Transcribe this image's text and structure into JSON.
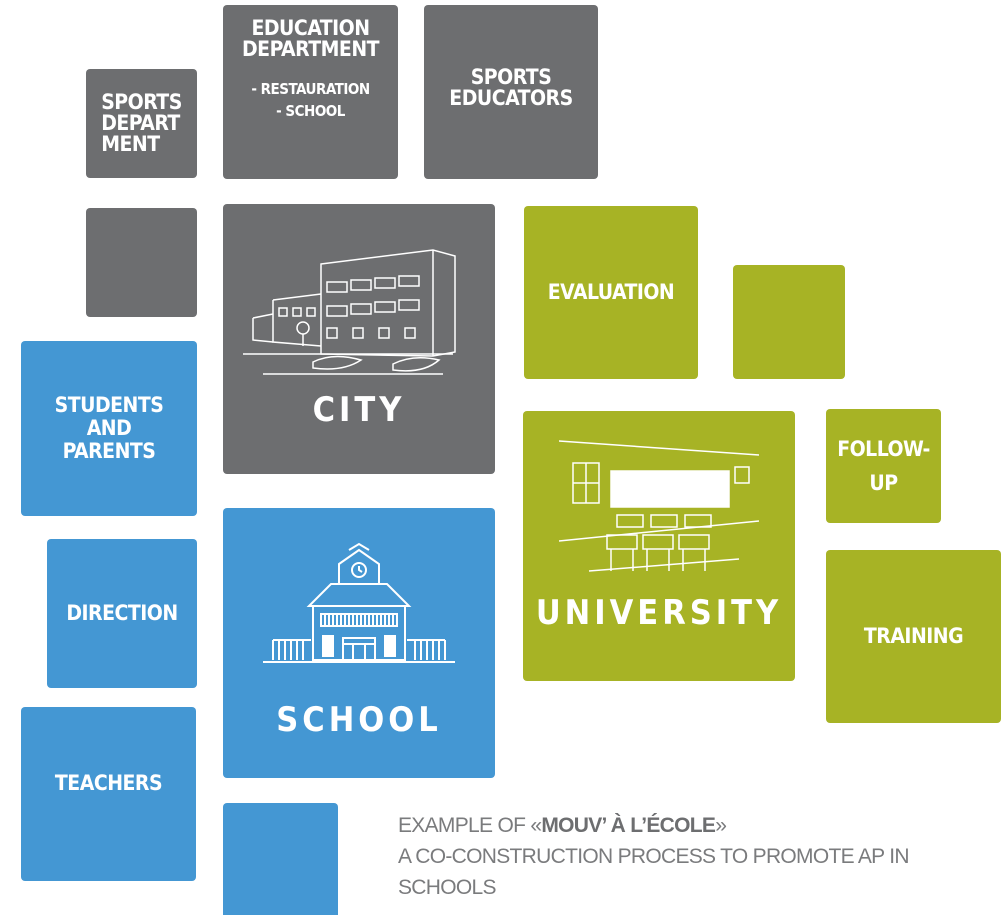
{
  "tiles": {
    "sports_department": "SPORTS\nDEPART\nMENT",
    "education_department": "EDUCATION\nDEPARTMENT",
    "education_items": [
      "- RESTAURATION",
      "- SCHOOL"
    ],
    "sports_educators": "SPORTS\nEDUCATORS",
    "city": "CITY",
    "evaluation": "EVALUATION",
    "students_parents": "STUDENTS\nAND\nPARENTS",
    "university": "UNIVERSITY",
    "follow_up": "FOLLOW-\nUP",
    "direction": "DIRECTION",
    "school": "SCHOOL",
    "training": "TRAINING",
    "teachers": "TEACHERS"
  },
  "caption": {
    "line1_prefix": "EXAMPLE OF «",
    "line1_bold": "MOUV’ À L’ÉCOLE",
    "line1_suffix": "»",
    "line2": "A CO-CONSTRUCTION PROCESS TO PROMOTE AP IN",
    "line3": "SCHOOLS"
  },
  "colors": {
    "grey": "#6d6e70",
    "blue": "#4497d3",
    "green": "#a7b325"
  }
}
